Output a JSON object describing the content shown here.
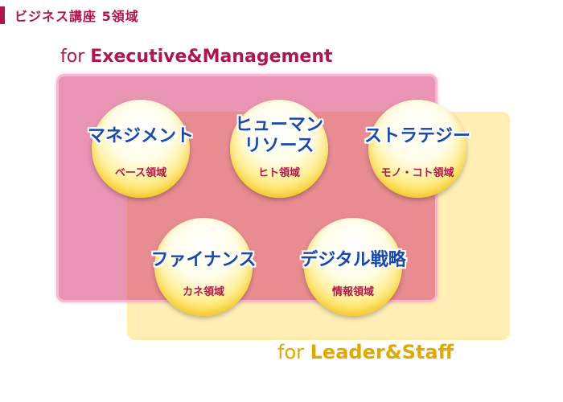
{
  "header": {
    "title": "ビジネス講座 5領域"
  },
  "labels": {
    "top_prefix": "for ",
    "top_strong": "Executive&Management",
    "bottom_prefix": "for ",
    "bottom_strong": "Leader&Staff"
  },
  "nodes": [
    {
      "title": "マネジメント",
      "sub": "ベース領域"
    },
    {
      "title_line1": "ヒューマン",
      "title_line2": "リソース",
      "sub": "ヒト領域"
    },
    {
      "title": "ストラテジー",
      "sub": "モノ・コト領域"
    },
    {
      "title": "ファイナンス",
      "sub": "カネ領域"
    },
    {
      "title": "デジタル戦略",
      "sub": "情報領域"
    }
  ],
  "colors": {
    "accent": "#b0164e",
    "leader": "#e0a800",
    "node_text": "#1a4aa8"
  }
}
